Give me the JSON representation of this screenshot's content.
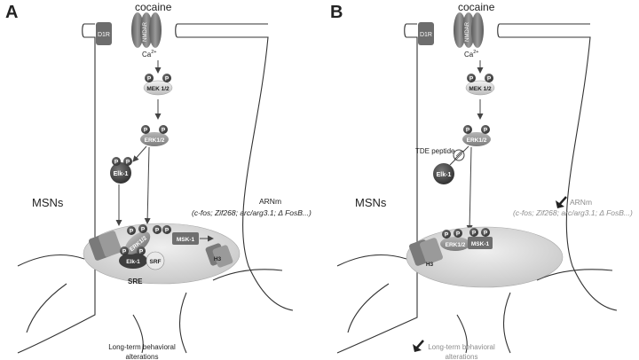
{
  "panels": [
    {
      "letter": "A",
      "drug": "cocaine",
      "receptors": [
        "D1R",
        "NMDAR"
      ],
      "ion": "Ca",
      "ion_charge": "2+",
      "kinase_mek": "MEK 1/2",
      "kinase_erk": "ERK1/2",
      "elk": "Elk-1",
      "msk": "MSK-1",
      "histone": "H3",
      "srf": "SRF",
      "sre": "SRE",
      "cell_type": "MSNs",
      "mrna_label": "ARNm",
      "genes": "(c-fos; Zif268; arc/arg3.1; Δ FosB...)",
      "outcome_line1": "Long-term behavioral",
      "outcome_line2": "alterations",
      "phospho": "P"
    },
    {
      "letter": "B",
      "drug": "cocaine",
      "receptors": [
        "D1R",
        "NMDAR"
      ],
      "ion": "Ca",
      "ion_charge": "2+",
      "kinase_mek": "MEK 1/2",
      "kinase_erk": "ERK1/2",
      "elk": "Elk-1",
      "msk": "MSK-1",
      "histone": "H3",
      "peptide": "TDE peptide",
      "cell_type": "MSNs",
      "mrna_label": "ARNm",
      "genes": "(c-fos; Zif268; arc/arg3.1; Δ FosB...)",
      "outcome_line1": "Long-term behavioral",
      "outcome_line2": "alterations",
      "phospho": "P"
    }
  ],
  "colors": {
    "protein_dark": "#4a4a4a",
    "protein_mid": "#9a9a9a",
    "nucleus": "#d6d6d6",
    "grey_text": "#8c8c8c"
  }
}
